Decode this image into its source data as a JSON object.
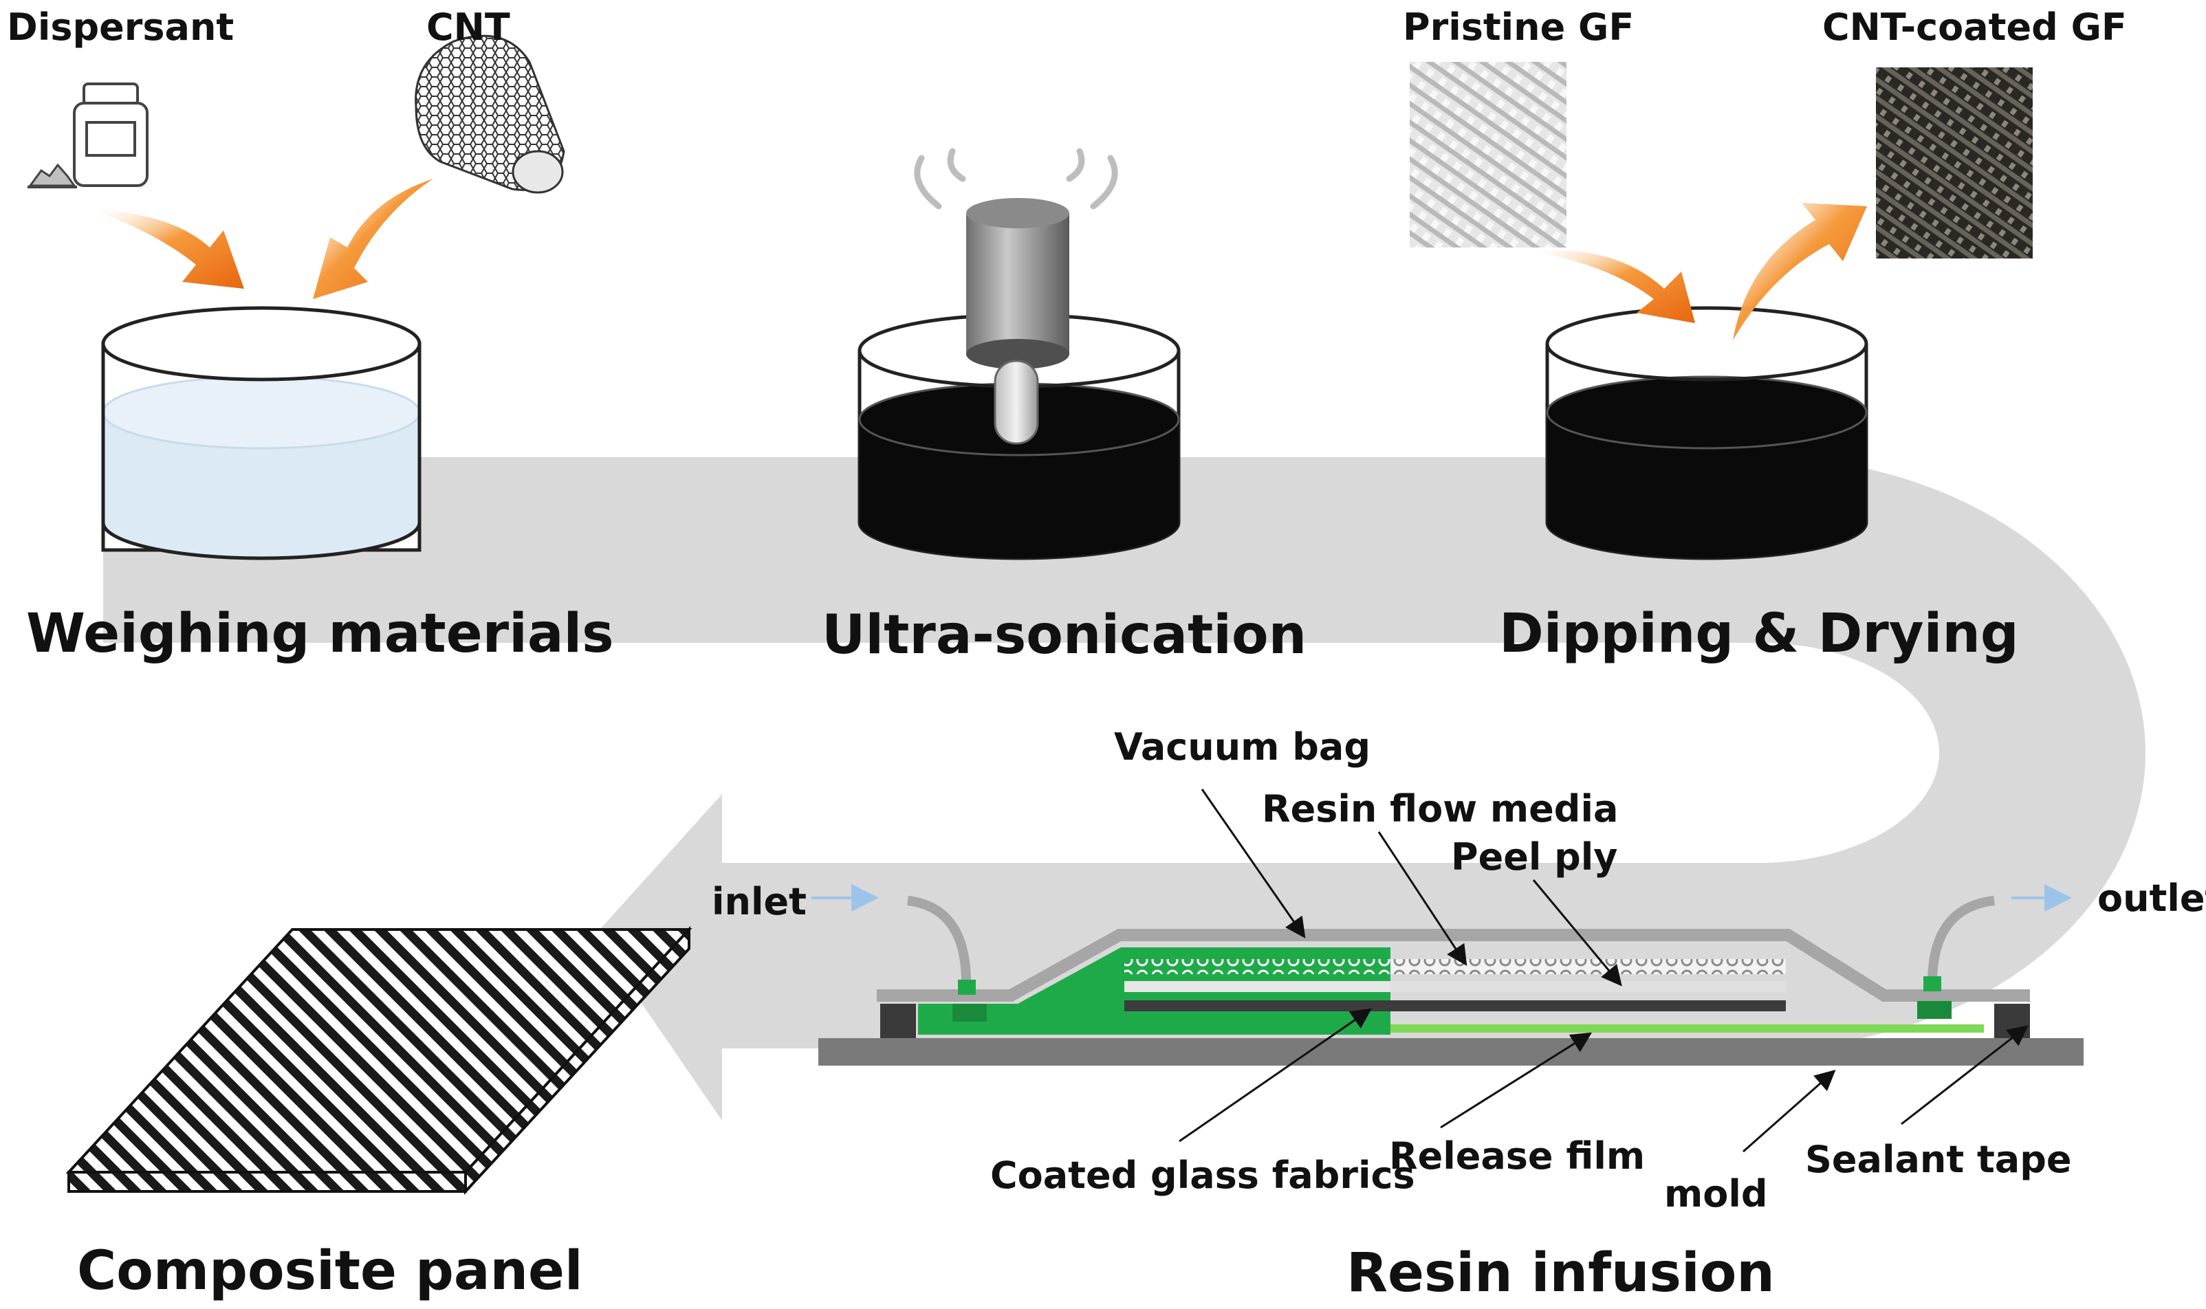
{
  "steps": {
    "weighing": "Weighing materials",
    "sonication": "Ultra-sonication",
    "dipping": "Dipping & Drying",
    "infusion": "Resin infusion",
    "panel": "Composite panel"
  },
  "materials": {
    "dispersant": "Dispersant",
    "cnt": "CNT",
    "pristine_gf": "Pristine GF",
    "coated_gf": "CNT-coated GF"
  },
  "infusion_parts": {
    "vacuum_bag": "Vacuum bag",
    "resin_flow_media": "Resin flow media",
    "peel_ply": "Peel ply",
    "inlet": "inlet",
    "outlet": "outlet",
    "coated_glass_fabrics": "Coated glass fabrics",
    "release_film": "Release film",
    "mold": "mold",
    "sealant_tape": "Sealant tape"
  },
  "colors": {
    "flow_arrow": "#d9d9d9",
    "orange_arrow": "#f07a1a",
    "water": "#dceaf6",
    "ink": "#0a0a0a",
    "green": "#1faa4a",
    "light_green": "#7ed957",
    "mold_gray": "#7a7a7a"
  }
}
